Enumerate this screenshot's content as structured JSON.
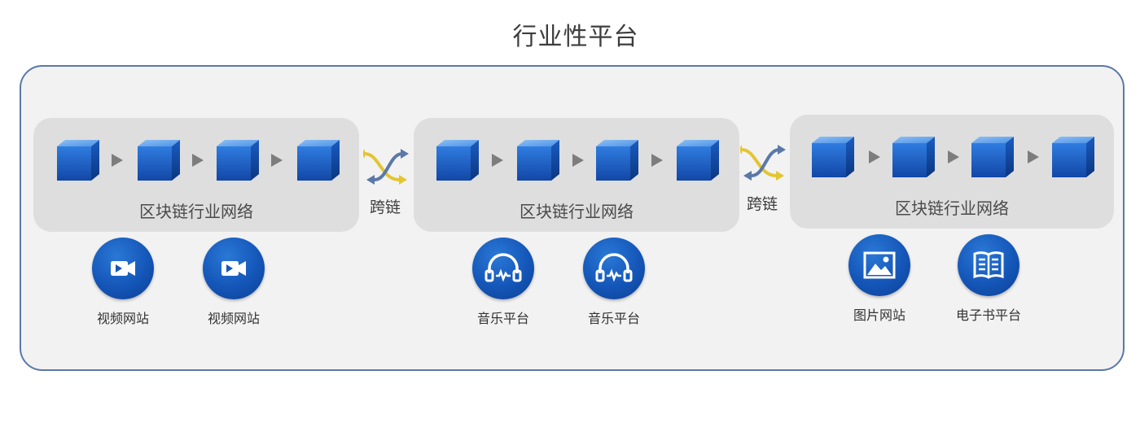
{
  "title": "行业性平台",
  "networks": [
    {
      "label": "区块链行业网络"
    },
    {
      "label": "区块链行业网络"
    },
    {
      "label": "区块链行业网络"
    }
  ],
  "cross_chain": [
    {
      "label": "跨链"
    },
    {
      "label": "跨链"
    }
  ],
  "apps": [
    {
      "label": "视频网站",
      "icon": "video-camera-icon"
    },
    {
      "label": "视频网站",
      "icon": "video-camera-icon"
    },
    {
      "label": "音乐平台",
      "icon": "headphones-icon"
    },
    {
      "label": "音乐平台",
      "icon": "headphones-icon"
    },
    {
      "label": "图片网站",
      "icon": "image-icon"
    },
    {
      "label": "电子书平台",
      "icon": "book-icon"
    }
  ],
  "colors": {
    "cube_front": "#1d5fc4",
    "cross_yellow": "#e3c532",
    "cross_blue": "#5b78a8",
    "border": "#5b78a8"
  }
}
